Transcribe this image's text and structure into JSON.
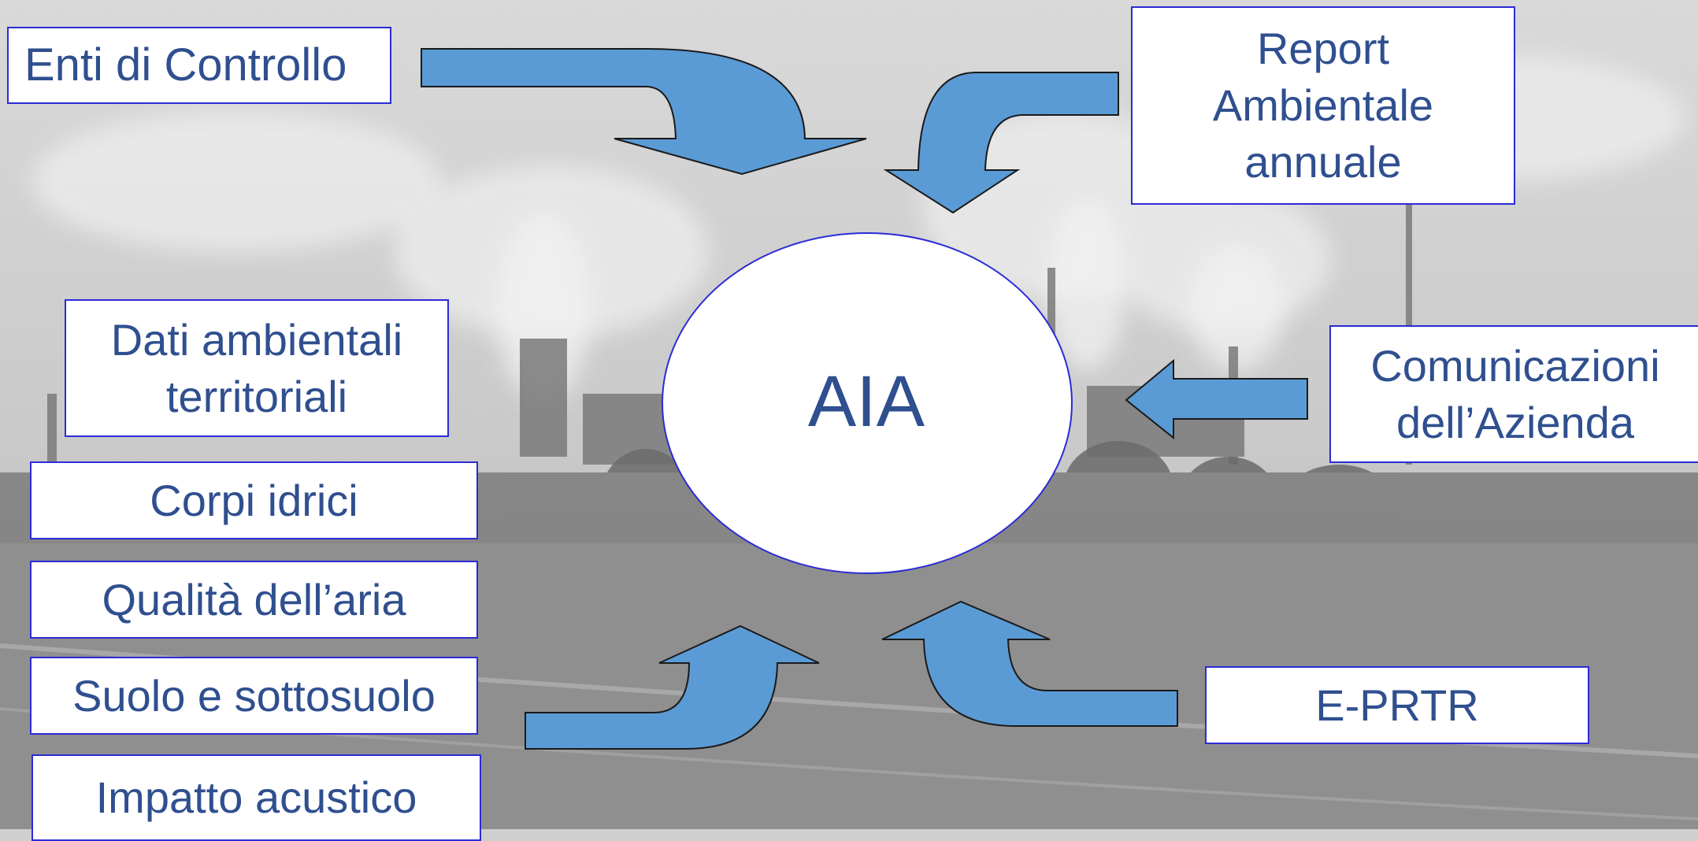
{
  "center": {
    "label": "AIA"
  },
  "boxes": {
    "enti": "Enti di Controllo",
    "report": "Report\nAmbientale\nannuale",
    "comunicazioni": "Comunicazioni\ndell’Azienda",
    "dati": "Dati ambientali\nterritoriali",
    "corpi": "Corpi idrici",
    "qualita": "Qualità dell’aria",
    "suolo": "Suolo e sottosuolo",
    "impatto": "Impatto acustico",
    "eprtr": "E-PRTR"
  },
  "colors": {
    "arrow_fill": "#5b9bd5",
    "box_border": "#2b2bd6",
    "text": "#2f4f8f",
    "background": "#cfcfcf"
  }
}
